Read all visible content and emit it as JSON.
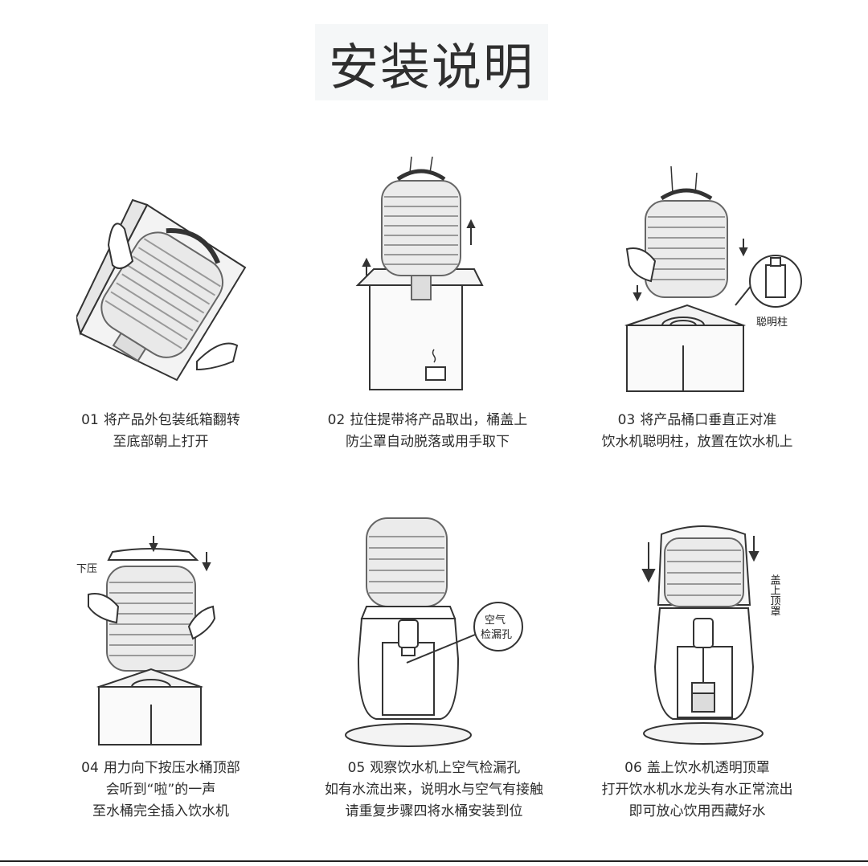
{
  "title": "安装说明",
  "steps": [
    {
      "num": "01",
      "lines": [
        "将产品外包装纸箱翻转",
        "至底部朝上打开"
      ]
    },
    {
      "num": "02",
      "lines": [
        "拉住提带将产品取出，桶盖上",
        "防尘罩自动脱落或用手取下"
      ]
    },
    {
      "num": "03",
      "lines": [
        "将产品桶口垂直正对准",
        "饮水机聪明柱，放置在饮水机上"
      ],
      "callout": "聪明柱"
    },
    {
      "num": "04",
      "lines": [
        "用力向下按压水桶顶部",
        "会听到“啦”的一声",
        "至水桶完全插入饮水机"
      ],
      "callout": "下压"
    },
    {
      "num": "05",
      "lines": [
        "观察饮水机上空气检漏孔",
        "如有水流出来，说明水与空气有接触",
        "请重复步骤四将水桶安装到位"
      ],
      "callout_line1": "空气",
      "callout_line2": "检漏孔"
    },
    {
      "num": "06",
      "lines": [
        "盖上饮水机透明顶罩",
        "打开饮水机水龙头有水正常流出",
        "即可放心饮用西藏好水"
      ],
      "callout": "盖上顶罩"
    }
  ]
}
